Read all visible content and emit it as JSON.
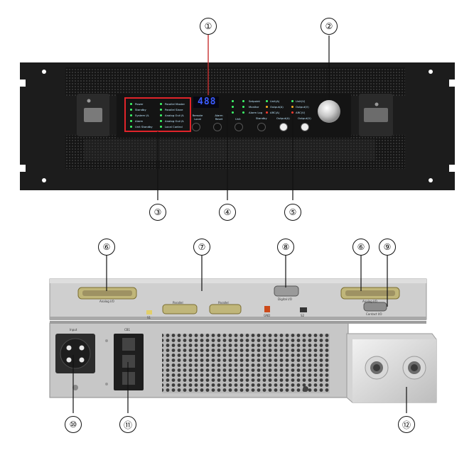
{
  "callouts": [
    "①",
    "②",
    "③",
    "④",
    "⑤",
    "⑥",
    "⑦",
    "⑧",
    "⑥",
    "⑨",
    "⑩",
    "⑪",
    "⑫"
  ],
  "front_panel": {
    "display_value": "488",
    "left_status": [
      "Power",
      "Standby",
      "System I/L",
      "Alarm",
      "Unit Standby"
    ],
    "right_status": [
      "Parallel Master",
      "Parallel Slave",
      "Analog Out I/L",
      "Analog Out I/L",
      "Local Control"
    ],
    "buttons": [
      "Remote Local",
      "Alarm Reset"
    ],
    "unit_label": "Unit",
    "mid_labels": [
      "Setpoint",
      "Monitor",
      "Alarm Log"
    ],
    "out_labels": [
      "Unit(A)",
      "Output(A)",
      "ARC(A)"
    ],
    "far_labels": [
      "Unit(V)",
      "Output(V)",
      "ARC(V)"
    ],
    "lower_buttons": [
      "Standby",
      "Output(A)",
      "Output(V)"
    ]
  },
  "rear_panel": {
    "connector_labels": [
      "Analog I/O",
      "Parallel",
      "Parallel",
      "Digital I/O",
      "Analog I/O",
      "Contact I/O"
    ],
    "switch_labels": [
      "S1",
      "GND",
      "S2"
    ],
    "power_label": "Input",
    "breaker_label": "CB1"
  },
  "colors": {
    "highlight": "#e0242a",
    "panel_dark": "#1b1b1b",
    "chassis_grey": "#cfcfcf",
    "led_green": "#3dff6a",
    "led_red": "#ff3b2f",
    "led_amber": "#ffb020"
  }
}
